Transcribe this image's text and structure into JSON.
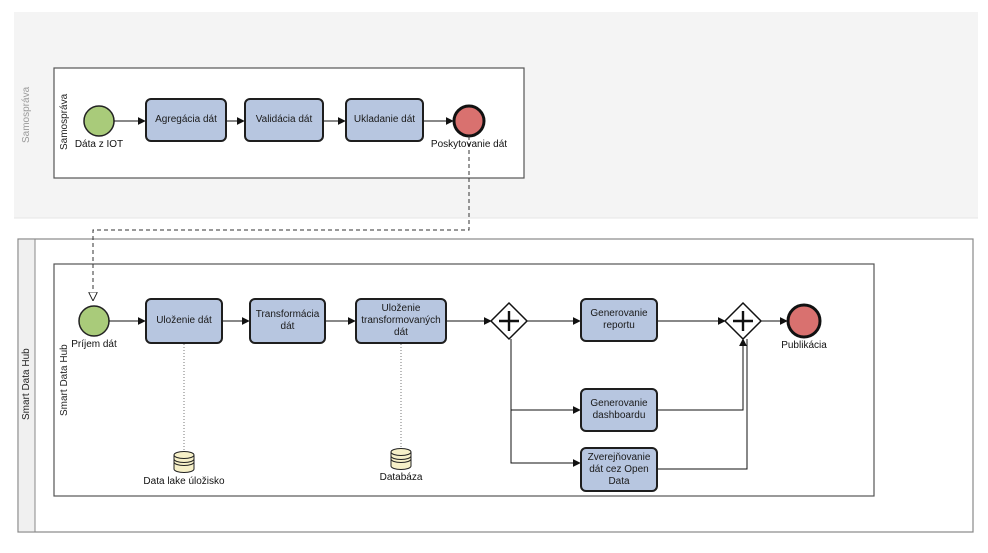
{
  "pools": {
    "top": {
      "label": "Samospráva",
      "lane_label": "Samospráva"
    },
    "bottom": {
      "label": "Smart Data Hub",
      "lane_label": "Smart Data Hub"
    }
  },
  "top_process": {
    "start_event": "Dáta z IOT",
    "tasks": [
      "Agregácia dát",
      "Validácia dát",
      "Ukladanie dát"
    ],
    "end_event": "Poskytovanie dát"
  },
  "bottom_process": {
    "start_event": "Príjem dát",
    "task_store": "Uloženie dát",
    "task_transform": "Transformácia dát",
    "task_store_transformed": "Uloženie transformovaných dát",
    "task_report": "Generovanie reportu",
    "task_dashboard": "Generovanie dashboardu",
    "task_opendata": "Zverejňovanie dát cez Open Data",
    "end_event": "Publikácia",
    "data_store_1": "Data lake úložisko",
    "data_store_2": "Databáza"
  },
  "colors": {
    "task_fill": "#b7c6e0",
    "start_fill": "#a9cb7a",
    "end_fill": "#d9716f",
    "pool_bg": "#f4f4f4",
    "datastore_fill": "#f6f0c8"
  },
  "icons": {
    "gateway": "parallel-gateway-icon",
    "datastore": "database-icon"
  }
}
